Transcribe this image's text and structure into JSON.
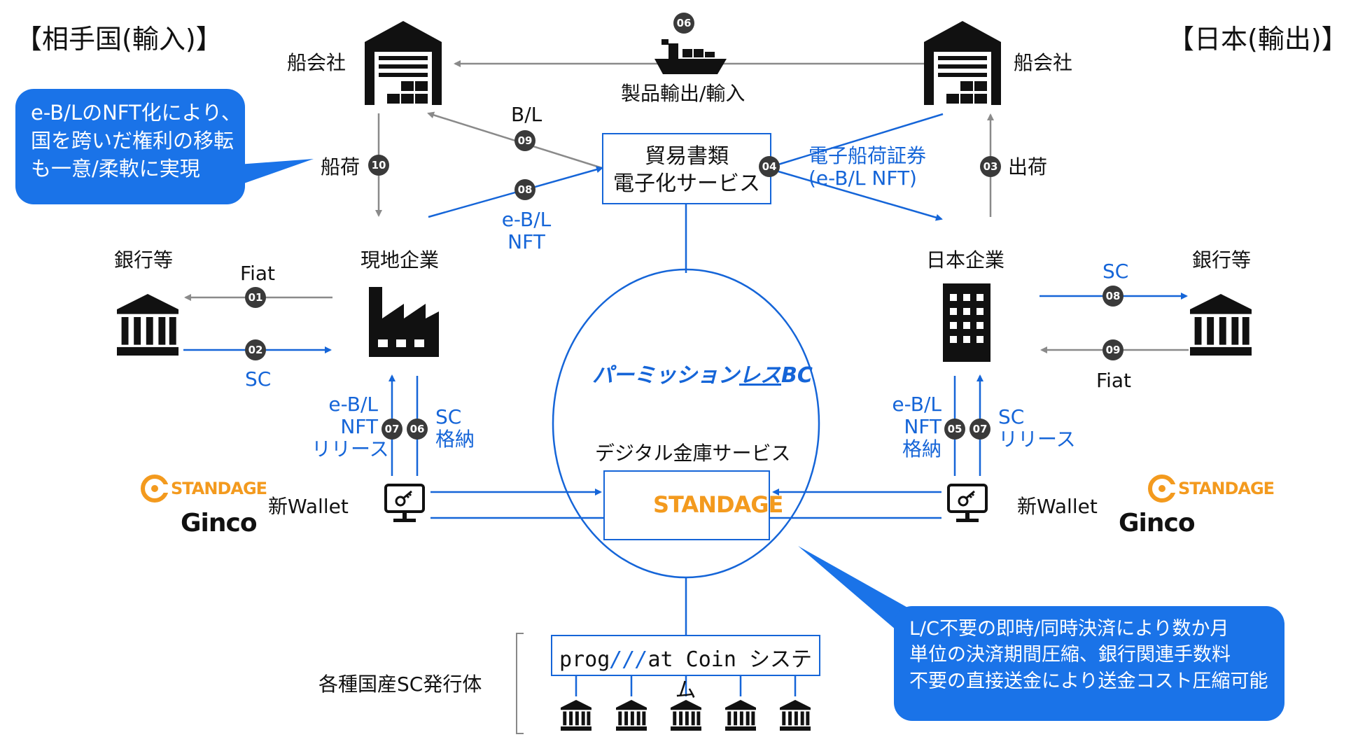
{
  "regions": {
    "left_title": "【相手国(輸入)】",
    "right_title": "【日本(輸出)】"
  },
  "nodes": {
    "shipping_left": "船会社",
    "shipping_right": "船会社",
    "ship_caption": "製品輸出/輸入",
    "trade_service_line1": "貿易書類",
    "trade_service_line2": "電子化サービス",
    "local_company": "現地企業",
    "japan_company": "日本企業",
    "bank_left": "銀行等",
    "bank_right": "銀行等",
    "permissionless_bc_prefix": "パーミッション",
    "permissionless_bc_underlined": "レス",
    "permissionless_bc_suffix": "BC",
    "vault_service": "デジタル金庫サービス",
    "new_wallet_left": "新Wallet",
    "new_wallet_right": "新Wallet",
    "progmat_prefix": "prog",
    "progmat_slashes": "///",
    "progmat_suffix": "at Coin システム",
    "sc_issuers": "各種国産SC発行体"
  },
  "logos": {
    "standage": "STANDAGE",
    "ginco": "Ginco"
  },
  "edges": {
    "bl": "B/L",
    "shipping_load": "船荷",
    "ebl_nft_line1": "e-B/L",
    "ebl_nft_line2": "NFT",
    "e_bill_line1": "電子船荷証券",
    "e_bill_line2": "(e-B/L NFT)",
    "ship_out": "出荷",
    "fiat_left": "Fiat",
    "sc_left": "SC",
    "sc_right": "SC",
    "fiat_right": "Fiat",
    "left_release_line1": "e-B/L",
    "left_release_line2": "NFT",
    "left_release_line3": "リリース",
    "left_store_line1": "SC",
    "left_store_line2": "格納",
    "right_store_line1": "e-B/L",
    "right_store_line2": "NFT",
    "right_store_line3": "格納",
    "right_release_line1": "SC",
    "right_release_line2": "リリース"
  },
  "steps": {
    "s01": "01",
    "s02": "02",
    "s03": "03",
    "s04": "04",
    "s05": "05",
    "s06_ship": "06",
    "s06_store": "06",
    "s07_left": "07",
    "s07_right": "07",
    "s08_nft": "08",
    "s08_sc": "08",
    "s09_bl": "09",
    "s09_fiat": "09",
    "s10": "10"
  },
  "callouts": {
    "left_line1": "e-B/LのNFT化により、",
    "left_line2": "国を跨いだ権利の移転",
    "left_line3": "も一意/柔軟に実現",
    "right_line1": "L/C不要の即時/同時決済により数か月",
    "right_line2": "単位の決済期間圧縮、銀行関連手数料",
    "right_line3": "不要の直接送金により送金コスト圧縮可能"
  },
  "colors": {
    "accent_blue": "#1565d8",
    "callout_blue": "#1a73e8",
    "arrow_gray": "#8a8a8a",
    "badge_dark": "#3a3a3a",
    "standage_orange": "#f39a1e"
  },
  "icons": [
    "warehouse-icon",
    "ship-icon",
    "factory-icon",
    "office-building-icon",
    "bank-icon",
    "wallet-terminal-icon"
  ]
}
